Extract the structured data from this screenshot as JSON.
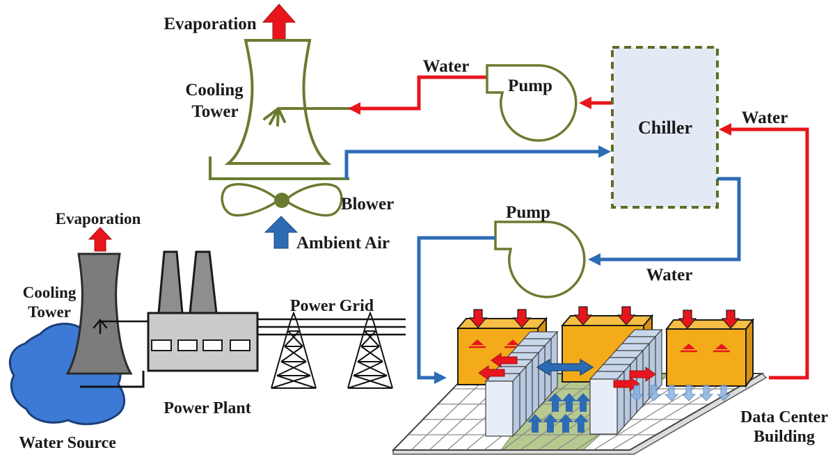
{
  "diagram_title": "Data center cooling and power infrastructure schematic",
  "colors": {
    "pipe_green": "#6a7b2f",
    "hot_water_red": "#e8151d",
    "cold_water_blue": "#2d6cb5",
    "chiller_fill": "#e4eaf5",
    "crac_orange": "#f3ab19",
    "cold_aisle_green": "#b6c98f",
    "rack_blue": "#e8eef8",
    "tower_gray": "#7c7c7c",
    "water_source_blue": "#3c7ad5"
  },
  "labels": {
    "condenser": {
      "evaporation": "Evaporation",
      "tower1": "Cooling",
      "tower2": "Tower",
      "water": "Water",
      "pump": "Pump",
      "blower": "Blower",
      "ambient_air": "Ambient Air"
    },
    "chiller": {
      "name": "Chiller",
      "water_return": "Water"
    },
    "chilled": {
      "pump": "Pump",
      "water_supply": "Water"
    },
    "power": {
      "evaporation": "Evaporation",
      "tower1": "Cooling",
      "tower2": "Tower",
      "water_source": "Water Source",
      "power_plant": "Power Plant",
      "power_grid": "Power Grid"
    },
    "data_center": {
      "line1": "Data Center",
      "line2": "Building"
    }
  }
}
